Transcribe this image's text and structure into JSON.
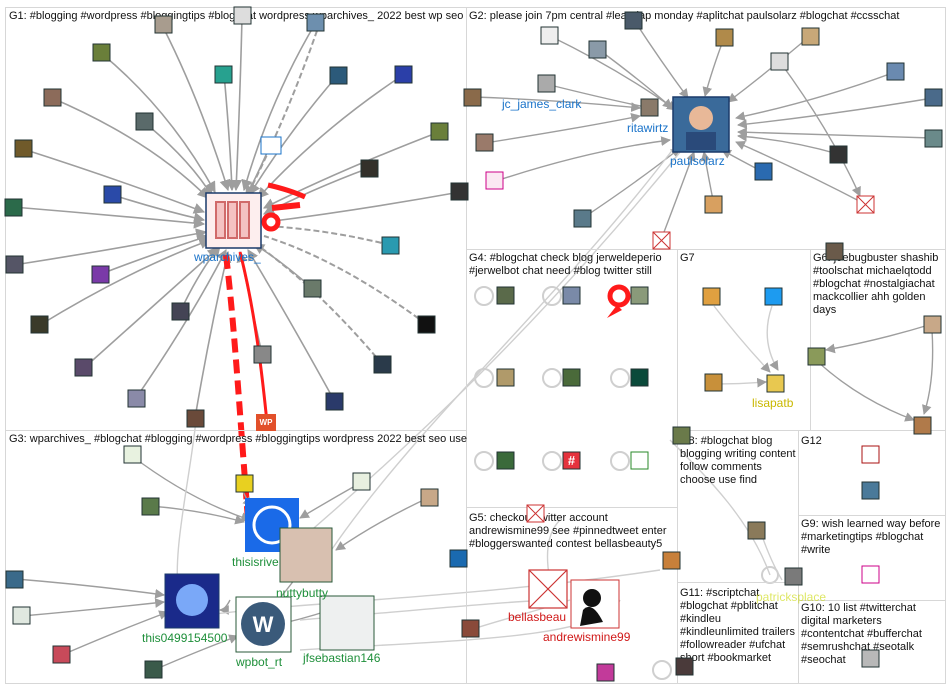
{
  "colors": {
    "edge_gray": "#9e9e9e",
    "edge_light": "#cfcfcf",
    "edge_red": "#ff1a1a",
    "label_blue": "#1a73c9",
    "label_green": "#1e8f3a",
    "label_red": "#d01818",
    "label_yellow": "#c9b800",
    "group_border": "#d7d7d7"
  },
  "groups": [
    {
      "id": "G1",
      "title": "G1: #blogging #wordpress #bloggingtips #blogchat wordpress wparchives_ 2022 best wp seo"
    },
    {
      "id": "G2",
      "title": "G2: please join 7pm central #learnlap monday #aplitchat paulsolarz #blogchat #ccsschat"
    },
    {
      "id": "G3",
      "title": "G3: wparchives_ #blogchat #blogging #wordpress #bloggingtips wordpress 2022 best seo use"
    },
    {
      "id": "G4",
      "title": "G4: #blogchat check blog jerweldeperio #jerwelbot chat need #blog twitter still"
    },
    {
      "id": "G5",
      "title": "G5: checkout twitter account andrewismine99 see #pinnedtweet enter #bloggerswanted contest bellasbeauty5"
    },
    {
      "id": "G6",
      "title": "G6: joebugbuster shashib #toolschat michaelqtodd #blogchat #nostalgiachat mackcollier ahh golden days"
    },
    {
      "id": "G7",
      "title": "G7"
    },
    {
      "id": "G8",
      "title": "G8: #blogchat blog blogging writing content follow comments choose use find"
    },
    {
      "id": "G9",
      "title": "G9: wish learned way before #marketingtips #blogchat #write"
    },
    {
      "id": "G10",
      "title": "G10: 10 list #twitterchat digital marketers #contentchat #bufferchat #semrushchat #seotalk #seochat"
    },
    {
      "id": "G11",
      "title": "G11: #scriptchat #blogchat #pblitchat #kindleu #kindleunlimited trailers #followreader #ufchat short #bookmarket"
    },
    {
      "id": "G12",
      "title": "G12"
    }
  ],
  "labels": {
    "wparchives": "wparchives_",
    "jc_james_clark": "jc_james_clark",
    "ritawirtz": "ritawirtz",
    "paulsolarz": "paulsolarz",
    "lisapatb": "lisapatb",
    "thisisriver": "thisisrive",
    "nuttybutty": "nuttybutty",
    "this0499154500": "this0499154500",
    "wpbot_rt": "wpbot_rt",
    "jfsebastian146": "jfsebastian146",
    "bellasbeauty": "bellasbeau",
    "andrewismine99": "andrewismine99",
    "patricksplace": "patricksplace",
    "wp_badge": "WP",
    "hash_icon": "#"
  }
}
